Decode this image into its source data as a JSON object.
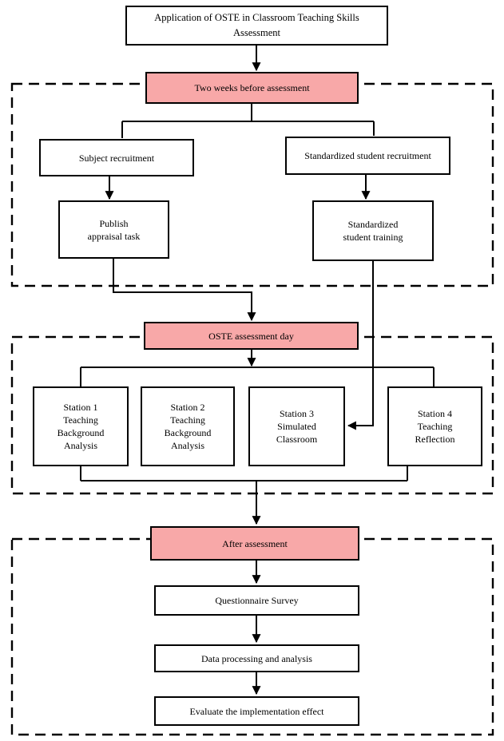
{
  "colors": {
    "phase_fill": "#F8A8A8",
    "process_fill": "#FFFFFF",
    "line": "#000000"
  },
  "nodes": {
    "title": "Application of OSTE in Classroom Teaching Skills\nAssessment",
    "phase1": "Two weeks before assessment",
    "subject_recruitment": "Subject recruitment",
    "standardized_student_recruitment": "Standardized student recruitment",
    "publish_appraisal_task": "Publish\nappraisal task",
    "standardized_student_training": "Standardized\nstudent training",
    "phase2": "OSTE assessment day",
    "station1": "Station 1\nTeaching\nBackground\nAnalysis",
    "station2": "Station 2\nTeaching\nBackground\nAnalysis",
    "station3": "Station 3\nSimulated\nClassroom",
    "station4": "Station 4\nTeaching\nReflection",
    "phase3": "After assessment",
    "questionnaire_survey": "Questionnaire Survey",
    "data_processing": "Data processing and analysis",
    "evaluate_effect": "Evaluate the implementation effect"
  },
  "edges": [
    {
      "from": "title",
      "to": "phase1",
      "arrow": true
    },
    {
      "from": "phase1",
      "to": "subject_recruitment",
      "arrow": false
    },
    {
      "from": "phase1",
      "to": "standardized_student_recruitment",
      "arrow": false
    },
    {
      "from": "subject_recruitment",
      "to": "publish_appraisal_task",
      "arrow": true
    },
    {
      "from": "standardized_student_recruitment",
      "to": "standardized_student_training",
      "arrow": true
    },
    {
      "from": "publish_appraisal_task",
      "to": "phase2",
      "arrow": true
    },
    {
      "from": "standardized_student_training",
      "to": "station3",
      "arrow": true
    },
    {
      "from": "phase2",
      "to": "station1",
      "arrow": true
    },
    {
      "from": "phase2",
      "to": "station4",
      "arrow": true
    },
    {
      "from": "station1",
      "to": "phase3",
      "arrow": true
    },
    {
      "from": "station4",
      "to": "phase3",
      "arrow": true
    },
    {
      "from": "phase3",
      "to": "questionnaire_survey",
      "arrow": true
    },
    {
      "from": "questionnaire_survey",
      "to": "data_processing",
      "arrow": true
    },
    {
      "from": "data_processing",
      "to": "evaluate_effect",
      "arrow": true
    }
  ]
}
